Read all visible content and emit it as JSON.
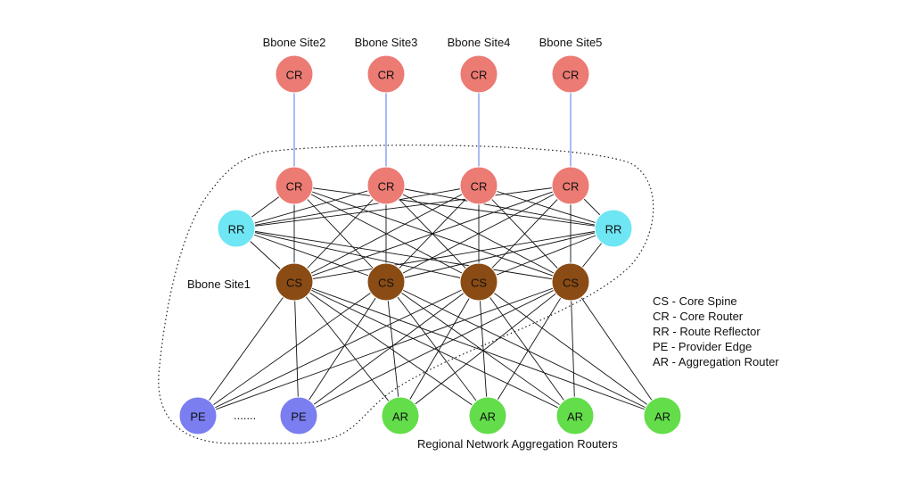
{
  "colors": {
    "cr": "#ec7b73",
    "rr": "#6ee6f3",
    "cs": "#8a4b14",
    "pe": "#7a7ef0",
    "ar": "#63dd4a",
    "blue_link": "#6f8ef0",
    "mesh": "#111111"
  },
  "site_labels": [
    "Bbone Site2",
    "Bbone Site3",
    "Bbone Site4",
    "Bbone Site5"
  ],
  "site1_label": "Bbone Site1",
  "regional_label": "Regional Network Aggregation Routers",
  "ellipsis": ".......",
  "nodes": {
    "top_cr": [
      "CR",
      "CR",
      "CR",
      "CR"
    ],
    "site1_cr": [
      "CR",
      "CR",
      "CR",
      "CR"
    ],
    "rr": [
      "RR",
      "RR"
    ],
    "cs": [
      "CS",
      "CS",
      "CS",
      "CS"
    ],
    "pe": [
      "PE",
      "PE"
    ],
    "ar": [
      "AR",
      "AR",
      "AR",
      "AR"
    ]
  },
  "legend": [
    "CS - Core Spine",
    "CR - Core Router",
    "RR - Route Reflector",
    "PE - Provider Edge",
    "AR - Aggregation Router"
  ]
}
